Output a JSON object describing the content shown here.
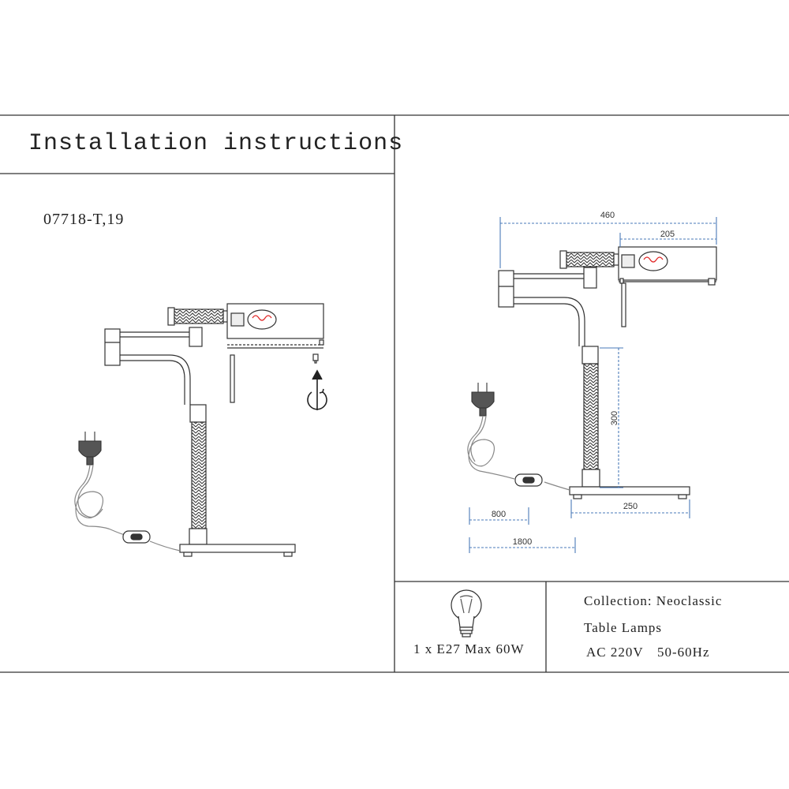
{
  "header": {
    "title": "Installation instructions"
  },
  "model": {
    "code": "07718-T,19"
  },
  "dimensions": {
    "total_width": "460",
    "shade_width": "205",
    "height": "300",
    "base_width": "250",
    "cable_switch": "800",
    "cable_total": "1800"
  },
  "bulb": {
    "spec": "1 x E27 Max 60W"
  },
  "info": {
    "collection": "Collection: Neoclassic",
    "category": "Table Lamps",
    "voltage": "AC 220V",
    "frequency": "50-60Hz"
  },
  "colors": {
    "line": "#333333",
    "dimension": "#4a7ab8",
    "filament": "#e02020"
  },
  "icons": [
    "plug-icon",
    "switch-icon",
    "bulb-icon",
    "rotate-arrow-icon"
  ]
}
